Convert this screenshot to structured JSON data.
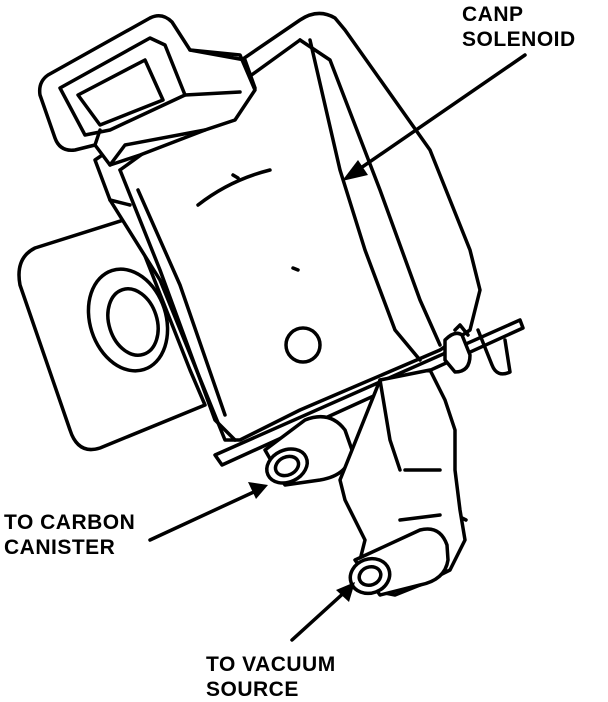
{
  "labels": {
    "solenoid": {
      "line1": "CANP",
      "line2": "SOLENOID"
    },
    "carbon_canister": {
      "line1": "TO CARBON",
      "line2": "CANISTER"
    },
    "vacuum_source": {
      "line1": "TO VACUUM",
      "line2": "SOURCE"
    }
  },
  "colors": {
    "ink": "#000000",
    "paper": "#ffffff"
  }
}
